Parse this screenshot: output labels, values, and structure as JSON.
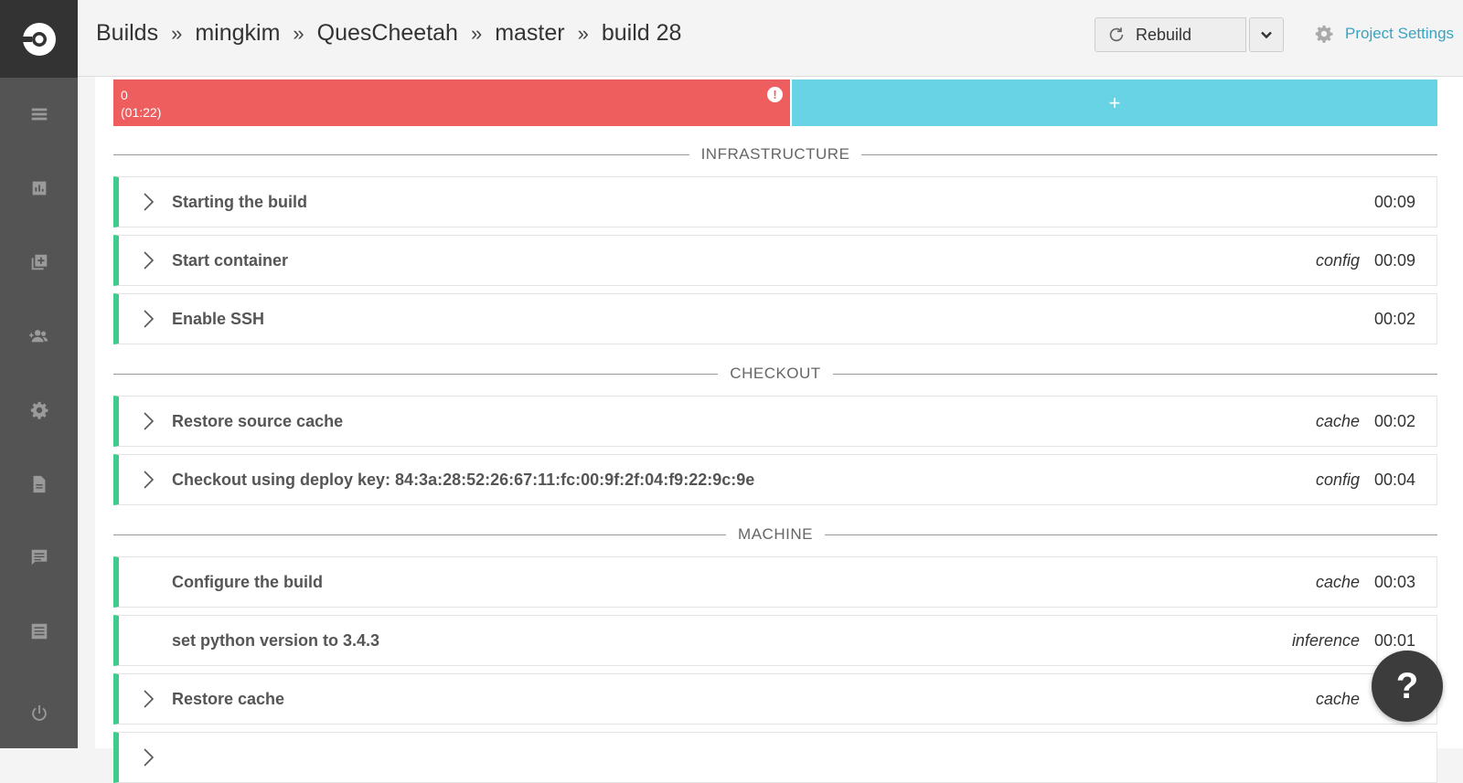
{
  "header": {
    "breadcrumb": [
      "Builds",
      "mingkim",
      "QuesCheetah",
      "master",
      "build 28"
    ],
    "separator": "»",
    "rebuild_label": "Rebuild",
    "project_settings_label": "Project Settings"
  },
  "sidebar": {
    "items": [
      {
        "icon": "builds-icon"
      },
      {
        "icon": "insights-icon"
      },
      {
        "icon": "add-projects-icon"
      },
      {
        "icon": "team-icon"
      },
      {
        "icon": "settings-icon"
      },
      {
        "icon": "docs-icon"
      },
      {
        "icon": "support-icon"
      },
      {
        "icon": "changelog-icon"
      },
      {
        "icon": "logout-icon"
      }
    ]
  },
  "containers": {
    "failed": {
      "index": "0",
      "duration": "(01:22)"
    },
    "add_label": "+"
  },
  "sections": [
    {
      "title": "INFRASTRUCTURE",
      "steps": [
        {
          "name": "Starting the build",
          "tag": "",
          "time": "00:09",
          "expandable": true
        },
        {
          "name": "Start container",
          "tag": "config",
          "time": "00:09",
          "expandable": true
        },
        {
          "name": "Enable SSH",
          "tag": "",
          "time": "00:02",
          "expandable": true
        }
      ]
    },
    {
      "title": "CHECKOUT",
      "steps": [
        {
          "name": "Restore source cache",
          "tag": "cache",
          "time": "00:02",
          "expandable": true
        },
        {
          "name": "Checkout using deploy key: 84:3a:28:52:26:67:11:fc:00:9f:2f:04:f9:22:9c:9e",
          "tag": "config",
          "time": "00:04",
          "expandable": true
        }
      ]
    },
    {
      "title": "MACHINE",
      "steps": [
        {
          "name": "Configure the build",
          "tag": "cache",
          "time": "00:03",
          "expandable": false
        },
        {
          "name": "set python version to 3.4.3",
          "tag": "inference",
          "time": "00:01",
          "expandable": false
        },
        {
          "name": "Restore cache",
          "tag": "cache",
          "time": "",
          "expandable": true
        }
      ]
    }
  ],
  "help_label": "?",
  "colors": {
    "sidebar": "#545454",
    "logo_bg": "#333333",
    "fail": "#ef5e5f",
    "container_add": "#67d3e4",
    "success": "#3fcc8a",
    "link": "#3aa3c2"
  }
}
